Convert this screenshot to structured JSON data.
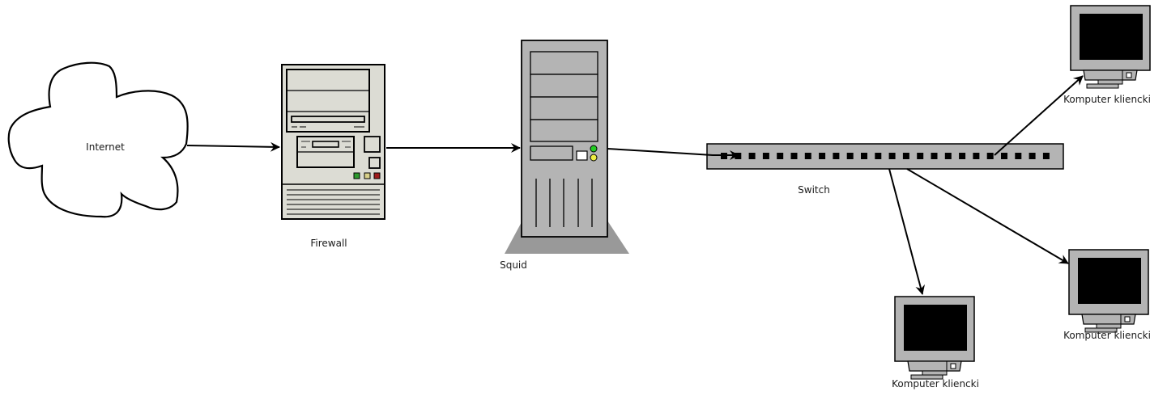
{
  "diagram": {
    "type": "network-topology",
    "nodes": {
      "internet": {
        "label": "Internet",
        "kind": "cloud"
      },
      "firewall": {
        "label": "Firewall",
        "kind": "desktop-pc",
        "leds": [
          "#2e9a2e",
          "#d8d08a",
          "#a01c1c"
        ]
      },
      "squid": {
        "label": "Squid",
        "kind": "tower-server",
        "leds": [
          "#22cc22",
          "#eeee44"
        ]
      },
      "switch": {
        "label": "Switch",
        "kind": "switch",
        "port_count": 24
      },
      "client1": {
        "label": "Komputer kliencki",
        "kind": "monitor"
      },
      "client2": {
        "label": "Komputer kliencki",
        "kind": "monitor"
      },
      "client3": {
        "label": "Komputer kliencki",
        "kind": "monitor"
      }
    },
    "edges": [
      {
        "from": "internet",
        "to": "firewall"
      },
      {
        "from": "firewall",
        "to": "squid"
      },
      {
        "from": "squid",
        "to": "switch"
      },
      {
        "from": "switch",
        "to": "client1"
      },
      {
        "from": "switch",
        "to": "client2"
      },
      {
        "from": "switch",
        "to": "client3"
      }
    ],
    "colors": {
      "line": "#000000",
      "pc_body": "#dcdcd4",
      "server_body": "#b4b4b4",
      "server_base": "#999999",
      "switch_body": "#b4b4b4",
      "monitor_body": "#b4b4b4",
      "screen": "#000000"
    }
  }
}
